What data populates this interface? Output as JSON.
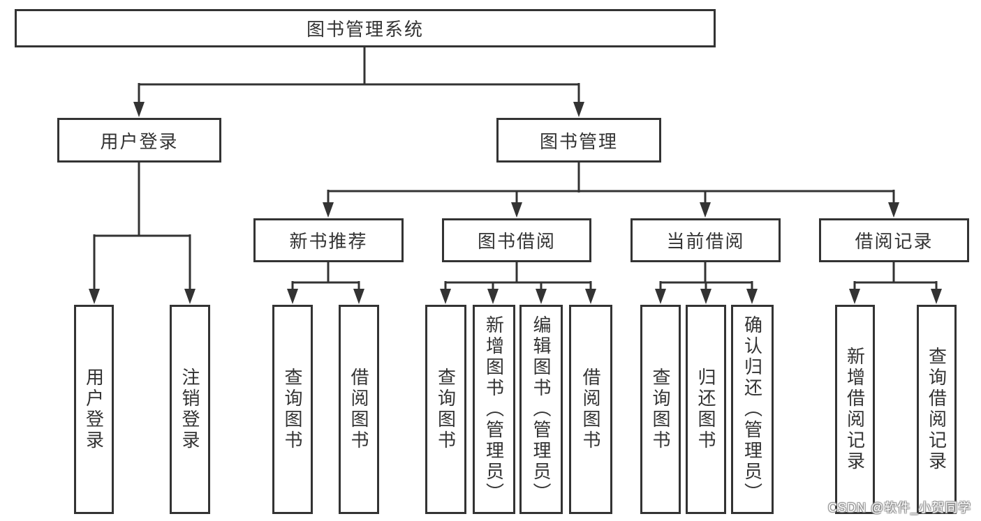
{
  "diagram": {
    "type": "org-tree",
    "root": {
      "label": "图书管理系统"
    },
    "level2": [
      {
        "label": "用户登录"
      },
      {
        "label": "图书管理"
      }
    ],
    "level3": [
      {
        "label": "新书推荐",
        "parent": "图书管理"
      },
      {
        "label": "图书借阅",
        "parent": "图书管理"
      },
      {
        "label": "当前借阅",
        "parent": "图书管理"
      },
      {
        "label": "借阅记录",
        "parent": "图书管理"
      }
    ],
    "leaves": [
      {
        "label": "用户登录",
        "parent": "用户登录"
      },
      {
        "label": "注销登录",
        "parent": "用户登录"
      },
      {
        "label": "查询图书",
        "parent": "新书推荐"
      },
      {
        "label": "借阅图书",
        "parent": "新书推荐"
      },
      {
        "label": "查询图书",
        "parent": "图书借阅"
      },
      {
        "label": "新增图书（管理员）",
        "parent": "图书借阅"
      },
      {
        "label": "编辑图书（管理员）",
        "parent": "图书借阅"
      },
      {
        "label": "借阅图书",
        "parent": "图书借阅"
      },
      {
        "label": "查询图书",
        "parent": "当前借阅"
      },
      {
        "label": "归还图书",
        "parent": "当前借阅"
      },
      {
        "label": "确认归还（管理员）",
        "parent": "当前借阅"
      },
      {
        "label": "新增借阅记录",
        "parent": "借阅记录"
      },
      {
        "label": "查询借阅记录",
        "parent": "借阅记录"
      }
    ]
  },
  "watermark": {
    "text": "CSDN @软件_小贺同学"
  },
  "colors": {
    "line": "#333333",
    "text": "#333333",
    "background": "#ffffff"
  }
}
